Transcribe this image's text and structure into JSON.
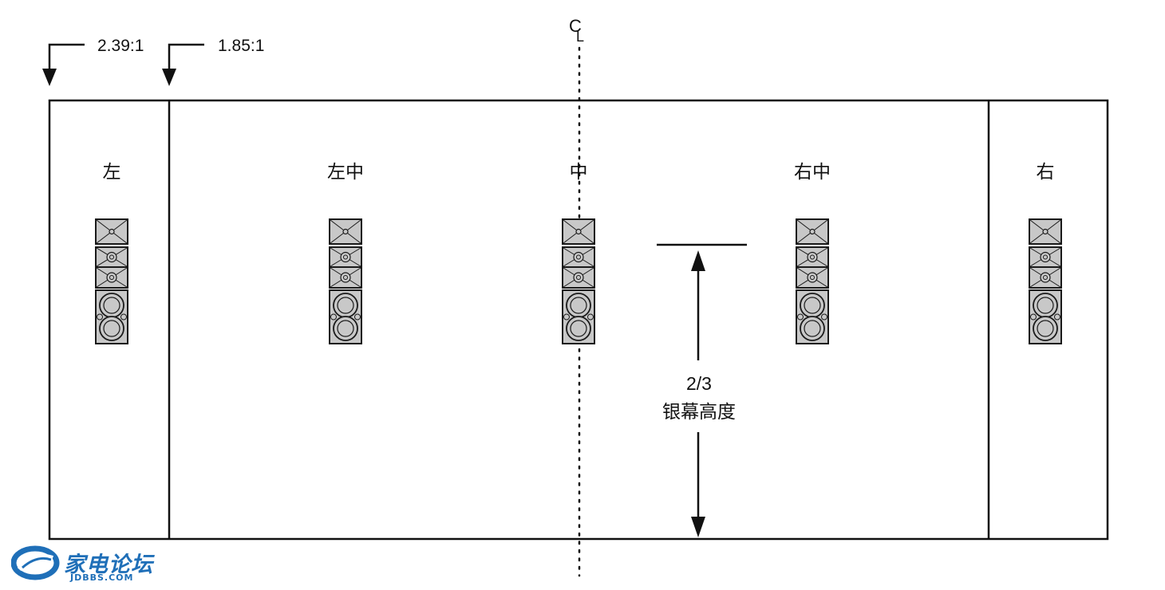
{
  "ratios": {
    "wide": "2.39:1",
    "flat": "1.85:1"
  },
  "centerline_symbol": "CL",
  "speakers": [
    {
      "label": "左"
    },
    {
      "label": "左中"
    },
    {
      "label": "中"
    },
    {
      "label": "右中"
    },
    {
      "label": "右"
    }
  ],
  "height_marker": {
    "fraction": "2/3",
    "caption": "银幕高度"
  },
  "watermark": {
    "name": "家电论坛",
    "domain": "JDBBS.COM",
    "color": "#1f6fb8"
  },
  "colors": {
    "line": "#111111",
    "speaker_fill": "#c8c8c8",
    "speaker_dark": "#1a1a1a"
  }
}
